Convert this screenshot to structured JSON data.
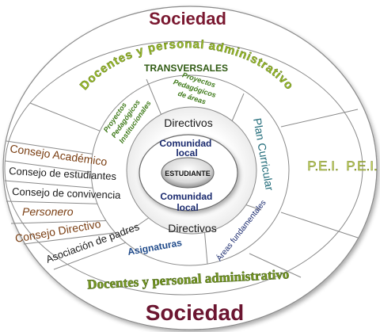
{
  "colors": {
    "maroon": "#7a1830",
    "olive_green": "#6b8e23",
    "dark_green": "#2f5a12",
    "brown": "#7a3e12",
    "navy": "#1a2a6e",
    "teal": "#1f6a78",
    "light_green": "#c8d85a",
    "ring_fill": "#ffffff",
    "stroke": "#7a7a7a"
  },
  "outer_ring": {
    "top_label": "Sociedad",
    "bottom_label": "Sociedad"
  },
  "second_ring": {
    "top_label": "Docentes y personal administrativo",
    "top_sublabel": "TRANSVERSALES",
    "bottom_label": "Docentes y personal administrativo",
    "right_label_1": "P.E.I.",
    "right_label_2": "P.E.I.",
    "left_items": [
      "Consejo Académico",
      "Consejo de estudiantes",
      "Consejo de convivencia",
      "Personero",
      "Consejo Directivo",
      "Asociación de padres"
    ]
  },
  "third_ring": {
    "segments": [
      "Proyectos Pedagógicos Institucionales",
      "Proyectos Pedagógicos de áreas",
      "Plan Curricular",
      "Áreas fundamentales",
      "Asignaturas"
    ]
  },
  "inner_ring": {
    "top_label": "Directivos",
    "bottom_label": "Directivos",
    "top_community": "Comunidad local",
    "bottom_community": "Comunidad local"
  },
  "center": {
    "label": "ESTUDIANTE"
  }
}
